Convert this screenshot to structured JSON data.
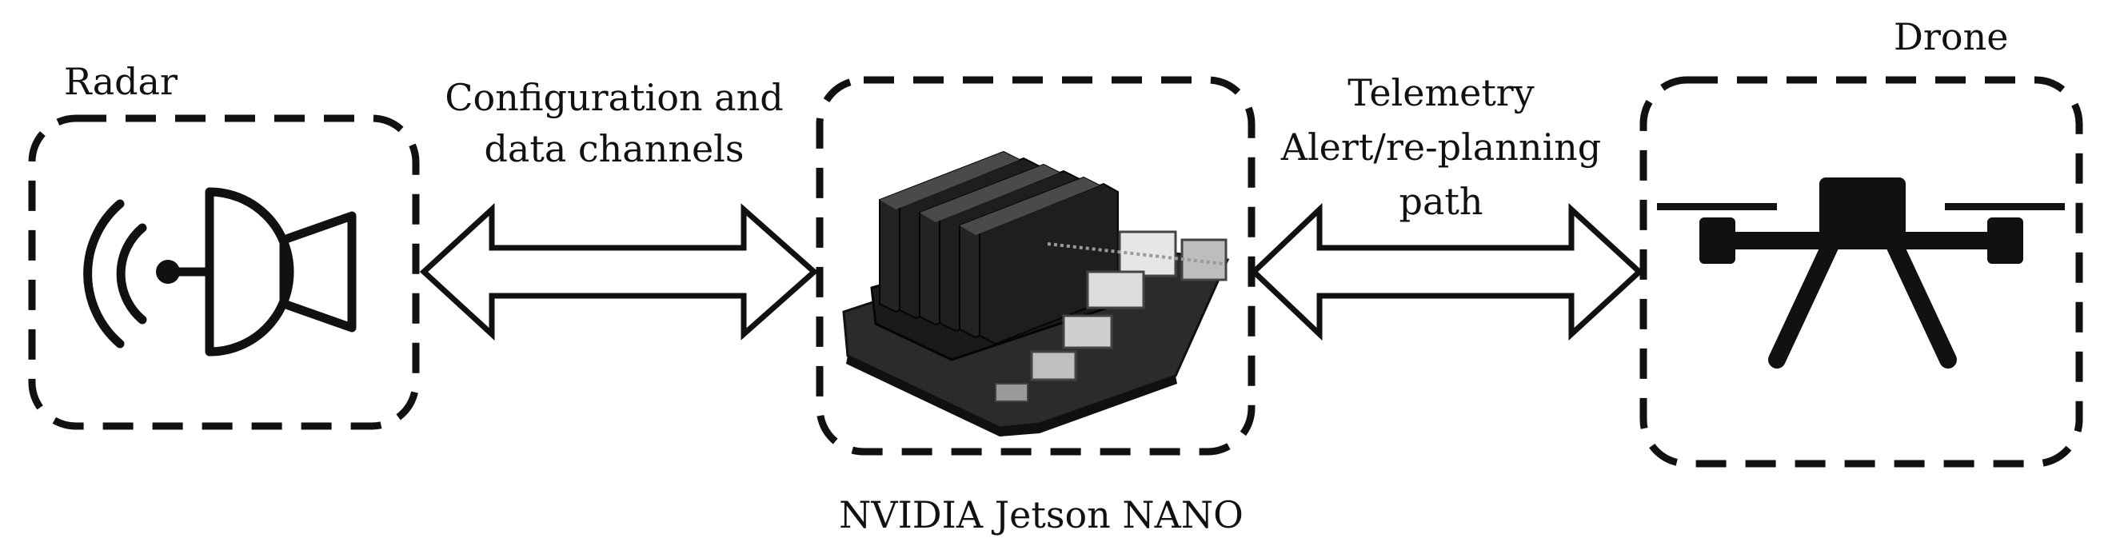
{
  "nodes": {
    "radar": {
      "label": "Radar",
      "icon": "radar-antenna-icon"
    },
    "jetson": {
      "label": "NVIDIA Jetson NANO",
      "icon": "jetson-nano-board-icon"
    },
    "drone": {
      "label": "Drone",
      "icon": "drone-icon"
    }
  },
  "links": {
    "radar_jetson": {
      "line1": "Configuration and",
      "line2": "data channels",
      "direction": "bidirectional"
    },
    "jetson_drone": {
      "line1": "Telemetry",
      "line2": "Alert/re-planning",
      "line3": "path",
      "direction": "bidirectional"
    }
  },
  "colors": {
    "stroke": "#111111",
    "board": "#2b2b2b",
    "heatsink": "#1a1a1a",
    "background": "#ffffff"
  }
}
